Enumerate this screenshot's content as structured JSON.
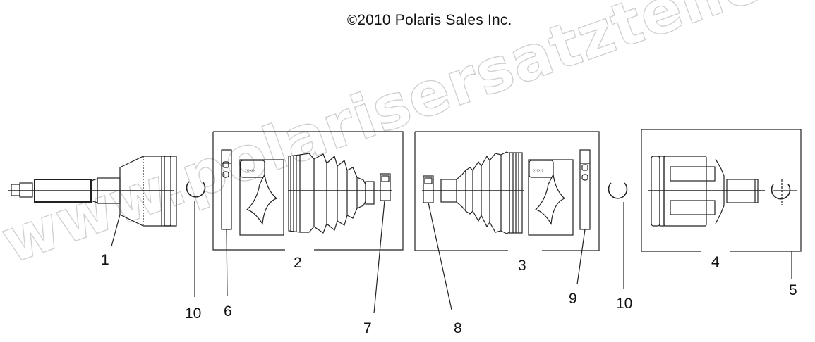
{
  "header": {
    "copyright_symbol": "©",
    "copyright_text": "2010 Polaris Sales Inc."
  },
  "watermark": {
    "text": "www.polarisersatzteile.de",
    "color": "#cfcfcf"
  },
  "callouts": [
    {
      "id": "1",
      "label": "1",
      "part": "outer-cv-joint"
    },
    {
      "id": "2",
      "label": "2",
      "part": "outer-boot-kit"
    },
    {
      "id": "3",
      "label": "3",
      "part": "inner-boot-kit"
    },
    {
      "id": "4",
      "label": "4",
      "part": "inner-cv-joint"
    },
    {
      "id": "5",
      "label": "5",
      "part": "end-retaining-ring"
    },
    {
      "id": "6",
      "label": "6",
      "part": "large-boot-clamp"
    },
    {
      "id": "7",
      "label": "7",
      "part": "small-boot-clamp"
    },
    {
      "id": "8",
      "label": "8",
      "part": "small-boot-clamp"
    },
    {
      "id": "9",
      "label": "9",
      "part": "large-boot-clamp"
    },
    {
      "id": "10a",
      "label": "10",
      "part": "circlip"
    },
    {
      "id": "10b",
      "label": "10",
      "part": "circlip"
    }
  ],
  "colors": {
    "line": "#222222",
    "background": "#ffffff"
  }
}
